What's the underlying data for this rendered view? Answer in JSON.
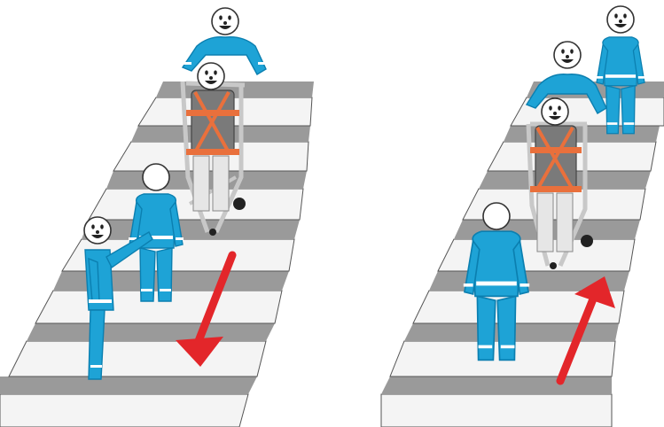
{
  "panels": [
    {
      "id": "descending",
      "direction": "down",
      "arrow_icon": "arrow-down-icon"
    },
    {
      "id": "ascending",
      "direction": "up",
      "arrow_icon": "arrow-up-icon"
    }
  ],
  "colors": {
    "background": "#ffffff",
    "stair_tread": "#9a9a9a",
    "stair_riser": "#f4f4f4",
    "stair_outline": "#555555",
    "uniform": "#1ea3d6",
    "uniform_dark": "#0b7fb0",
    "reflective_stripe": "#ffffff",
    "face": "#ffffff",
    "outline": "#333333",
    "chair_frame": "#c8c8c8",
    "chair_seat": "#7a7a7a",
    "strap": "#e9703c",
    "patient_legs": "#e6e6e6",
    "arrow": "#e3262a"
  },
  "icons": [
    "stair-chair-icon",
    "rescuer-icon",
    "patient-icon",
    "arrow-down-icon",
    "arrow-up-icon"
  ]
}
